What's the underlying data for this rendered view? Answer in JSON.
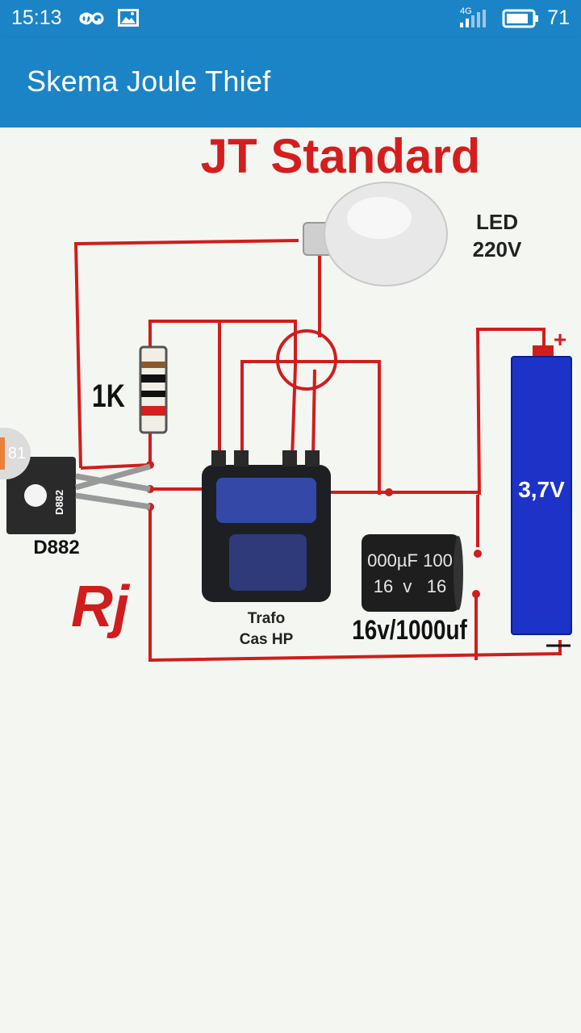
{
  "status_bar": {
    "time": "15:13",
    "network": "4G",
    "battery_level": "71",
    "icons": [
      "infinity-icon",
      "image-icon",
      "signal-icon",
      "battery-icon"
    ]
  },
  "app_bar": {
    "title": "Skema Joule Thief"
  },
  "page_badge": "81",
  "diagram": {
    "title": "JT Standard",
    "led_label_line1": "LED",
    "led_label_line2": "220V",
    "resistor_label": "1K",
    "transistor_marking": "D882",
    "transistor_label": "D882",
    "transformer_label_line1": "Trafo",
    "transformer_label_line2": "Cas HP",
    "capacitor_marking_line1": "000µF 100",
    "capacitor_marking_line2": "16  v   16",
    "capacitor_label": "16v/1000uf",
    "battery_label": "3,7V",
    "battery_plus": "+",
    "battery_minus": "—",
    "signature": "Rj",
    "colors": {
      "wire": "#d01d1d",
      "title": "#d41e1e",
      "battery": "#1d33c8",
      "header": "#1b84c6"
    }
  }
}
